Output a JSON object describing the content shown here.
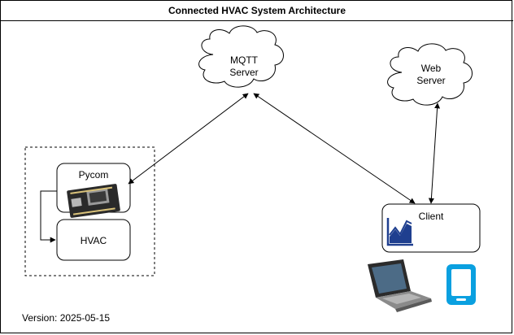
{
  "diagram": {
    "title": "Connected HVAC System Architecture",
    "version": "Version: 2025-05-15",
    "nodes": {
      "mqtt_server": {
        "line1": "MQTT",
        "line2": "Server"
      },
      "web_server": {
        "line1": "Web",
        "line2": "Server"
      },
      "pycom": {
        "label": "Pycom"
      },
      "hvac": {
        "label": "HVAC"
      },
      "client": {
        "label": "Client"
      }
    },
    "icons": [
      "cloud-icon",
      "pycom-board-icon",
      "chart-icon",
      "laptop-icon",
      "smartphone-icon"
    ],
    "colors": {
      "stroke": "#000000",
      "chart_blue": "#1f3f8f",
      "phone_blue": "#0aa0e0",
      "board_dark": "#2a2a2a"
    }
  }
}
